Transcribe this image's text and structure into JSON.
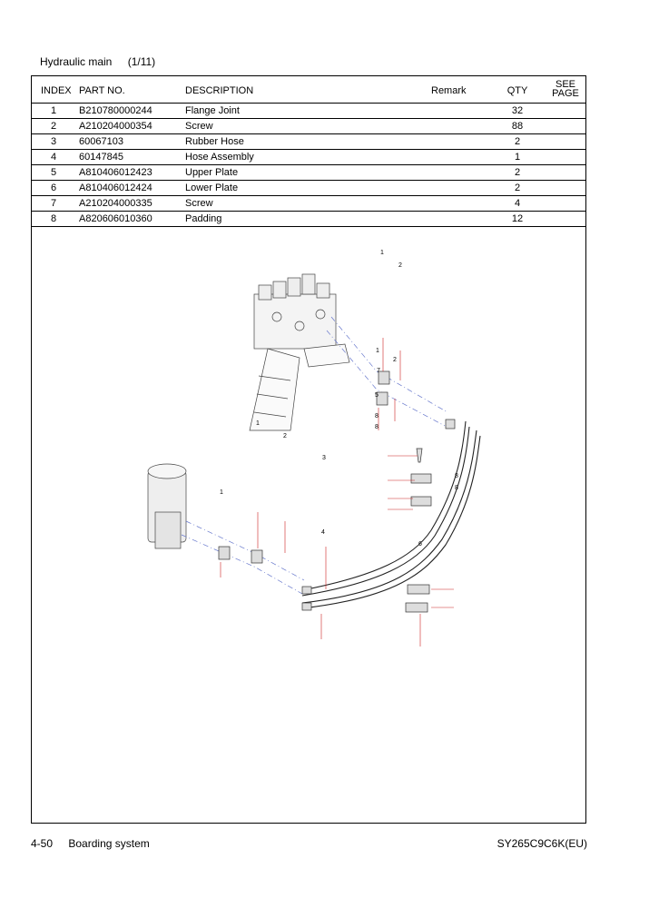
{
  "header": {
    "title": "Hydraulic main",
    "page_index": "(1/11)"
  },
  "table": {
    "columns": {
      "index": "INDEX",
      "part_no": "PART NO.",
      "description": "DESCRIPTION",
      "remark": "Remark",
      "qty": "QTY",
      "see_page": "SEE PAGE"
    },
    "see_page_lines": [
      "SEE",
      "PAGE"
    ],
    "rows": [
      {
        "index": "1",
        "part_no": "B210780000244",
        "description": "Flange Joint",
        "remark": "",
        "qty": "32",
        "see_page": ""
      },
      {
        "index": "2",
        "part_no": "A210204000354",
        "description": "Screw",
        "remark": "",
        "qty": "88",
        "see_page": ""
      },
      {
        "index": "3",
        "part_no": "60067103",
        "description": "Rubber Hose",
        "remark": "",
        "qty": "2",
        "see_page": ""
      },
      {
        "index": "4",
        "part_no": "60147845",
        "description": "Hose Assembly",
        "remark": "",
        "qty": "1",
        "see_page": ""
      },
      {
        "index": "5",
        "part_no": "A810406012423",
        "description": "Upper Plate",
        "remark": "",
        "qty": "2",
        "see_page": ""
      },
      {
        "index": "6",
        "part_no": "A810406012424",
        "description": "Lower Plate",
        "remark": "",
        "qty": "2",
        "see_page": ""
      },
      {
        "index": "7",
        "part_no": "A210204000335",
        "description": "Screw",
        "remark": "",
        "qty": "4",
        "see_page": ""
      },
      {
        "index": "8",
        "part_no": "A820606010360",
        "description": "Padding",
        "remark": "",
        "qty": "12",
        "see_page": ""
      }
    ]
  },
  "callouts": [
    "1",
    "2",
    "1",
    "2",
    "7",
    "5",
    "8",
    "8",
    "1",
    "2",
    "3",
    "1",
    "4",
    "8",
    "8",
    "6"
  ],
  "footer": {
    "page_no": "4-50",
    "section": "Boarding system",
    "model": "SY265C9C6K(EU)"
  }
}
